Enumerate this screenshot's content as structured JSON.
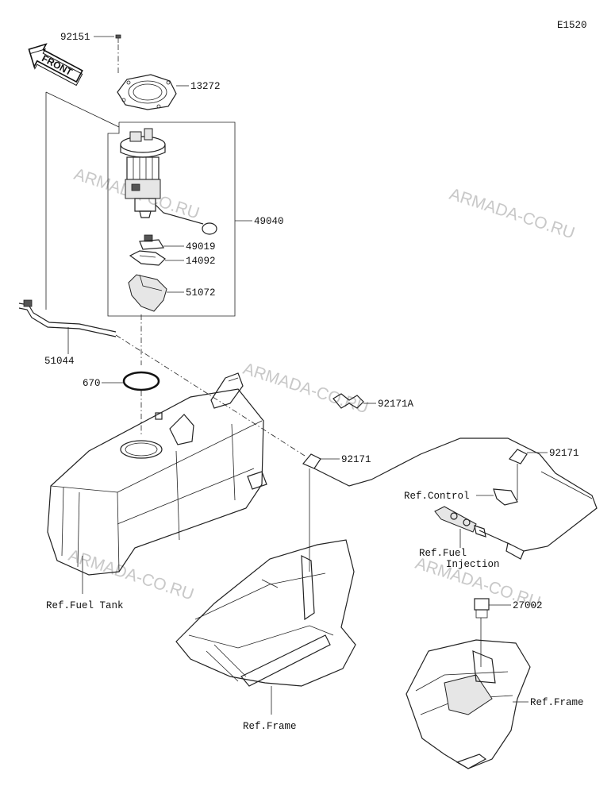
{
  "diagram_code": "E1520",
  "front_label": "FRONT",
  "watermark": "ARMADA-CO.RU",
  "labels": {
    "p92151": "92151",
    "p13272": "13272",
    "p49040": "49040",
    "p49019": "49019",
    "p14092": "14092",
    "p51072": "51072",
    "p51044": "51044",
    "p670": "670",
    "p92171A": "92171A",
    "p92171_a": "92171",
    "p92171_b": "92171",
    "ref_control": "Ref.Control",
    "ref_fuel": "Ref.Fuel",
    "injection": "Injection",
    "ref_fuel_tank": "Ref.Fuel Tank",
    "p27002": "27002",
    "ref_frame_1": "Ref.Frame",
    "ref_frame_2": "Ref.Frame"
  }
}
